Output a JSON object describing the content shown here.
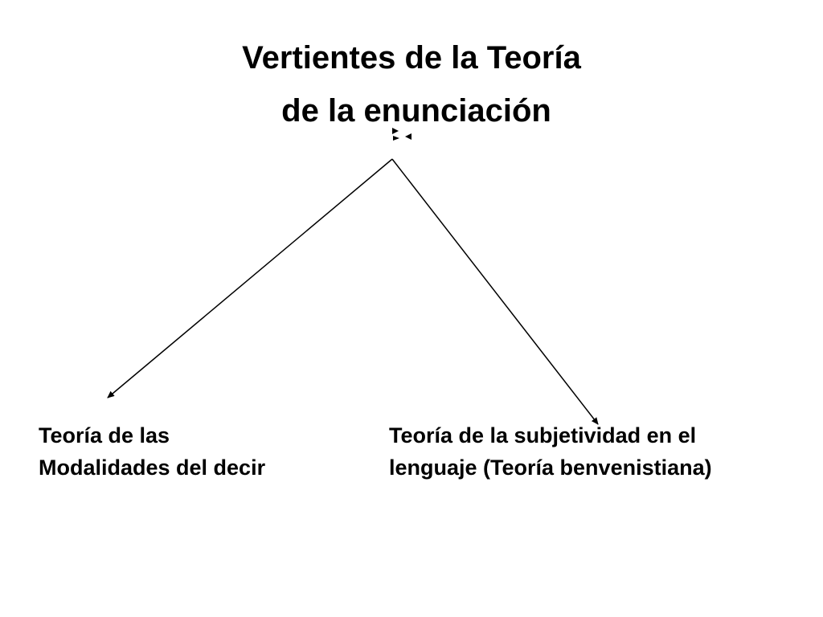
{
  "diagram": {
    "title_lines": [
      "Vertientes de la Teoría",
      "de la enunciación"
    ],
    "branches": [
      {
        "lines": [
          "Teoría de las",
          "Modalidades del decir"
        ]
      },
      {
        "lines": [
          "Teoría de la subjetividad en el",
          "lenguaje (Teoría benvenistiana)"
        ]
      }
    ]
  }
}
